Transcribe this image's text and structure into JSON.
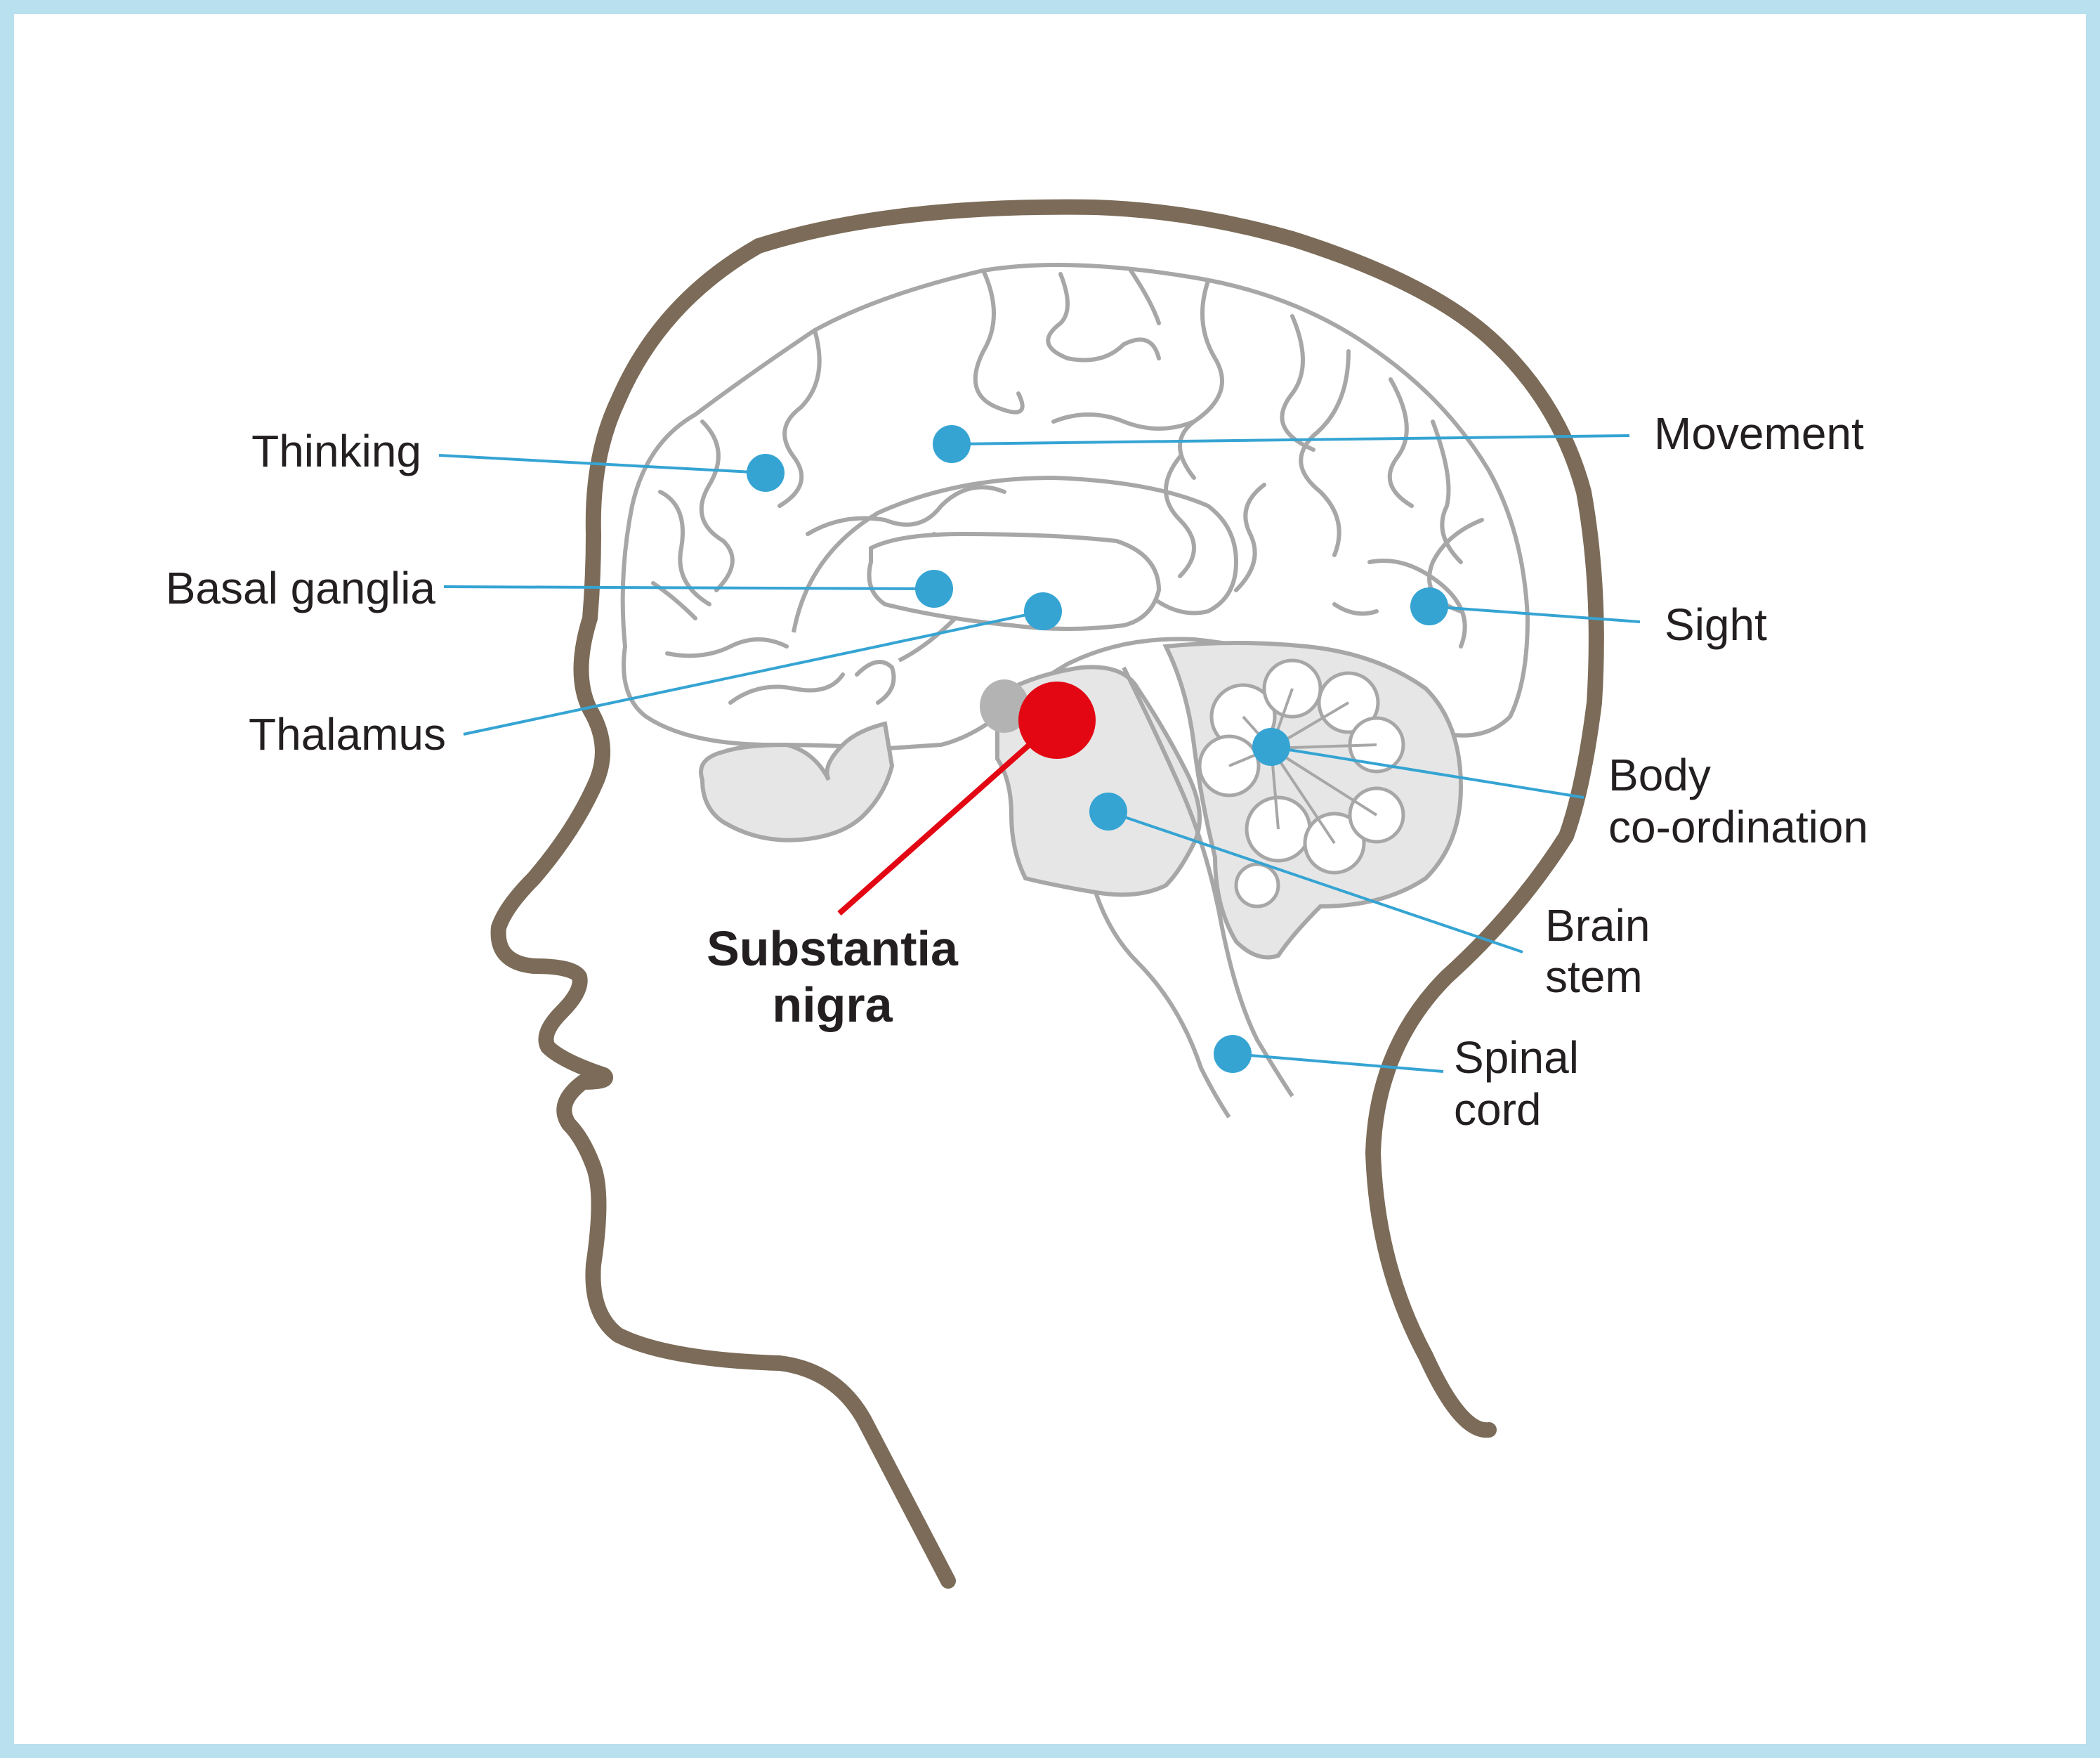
{
  "colors": {
    "frame": "#b8e0ef",
    "head_outline": "#7b6b58",
    "brain_outline": "#a7a7a7",
    "brain_fill_light": "#e6e6e6",
    "marker_blue": "#35a4d3",
    "marker_red": "#e30613",
    "label_text": "#231f20"
  },
  "labels": {
    "thinking": "Thinking",
    "basal_ganglia": "Basal ganglia",
    "thalamus": "Thalamus",
    "movement": "Movement",
    "sight": "Sight",
    "body_coordination_1": "Body",
    "body_coordination_2": "co-ordination",
    "brain_stem_1": "Brain",
    "brain_stem_2": "stem",
    "spinal_cord_1": "Spinal",
    "spinal_cord_2": "cord",
    "substantia_nigra_1": "Substantia",
    "substantia_nigra_2": "nigra"
  }
}
